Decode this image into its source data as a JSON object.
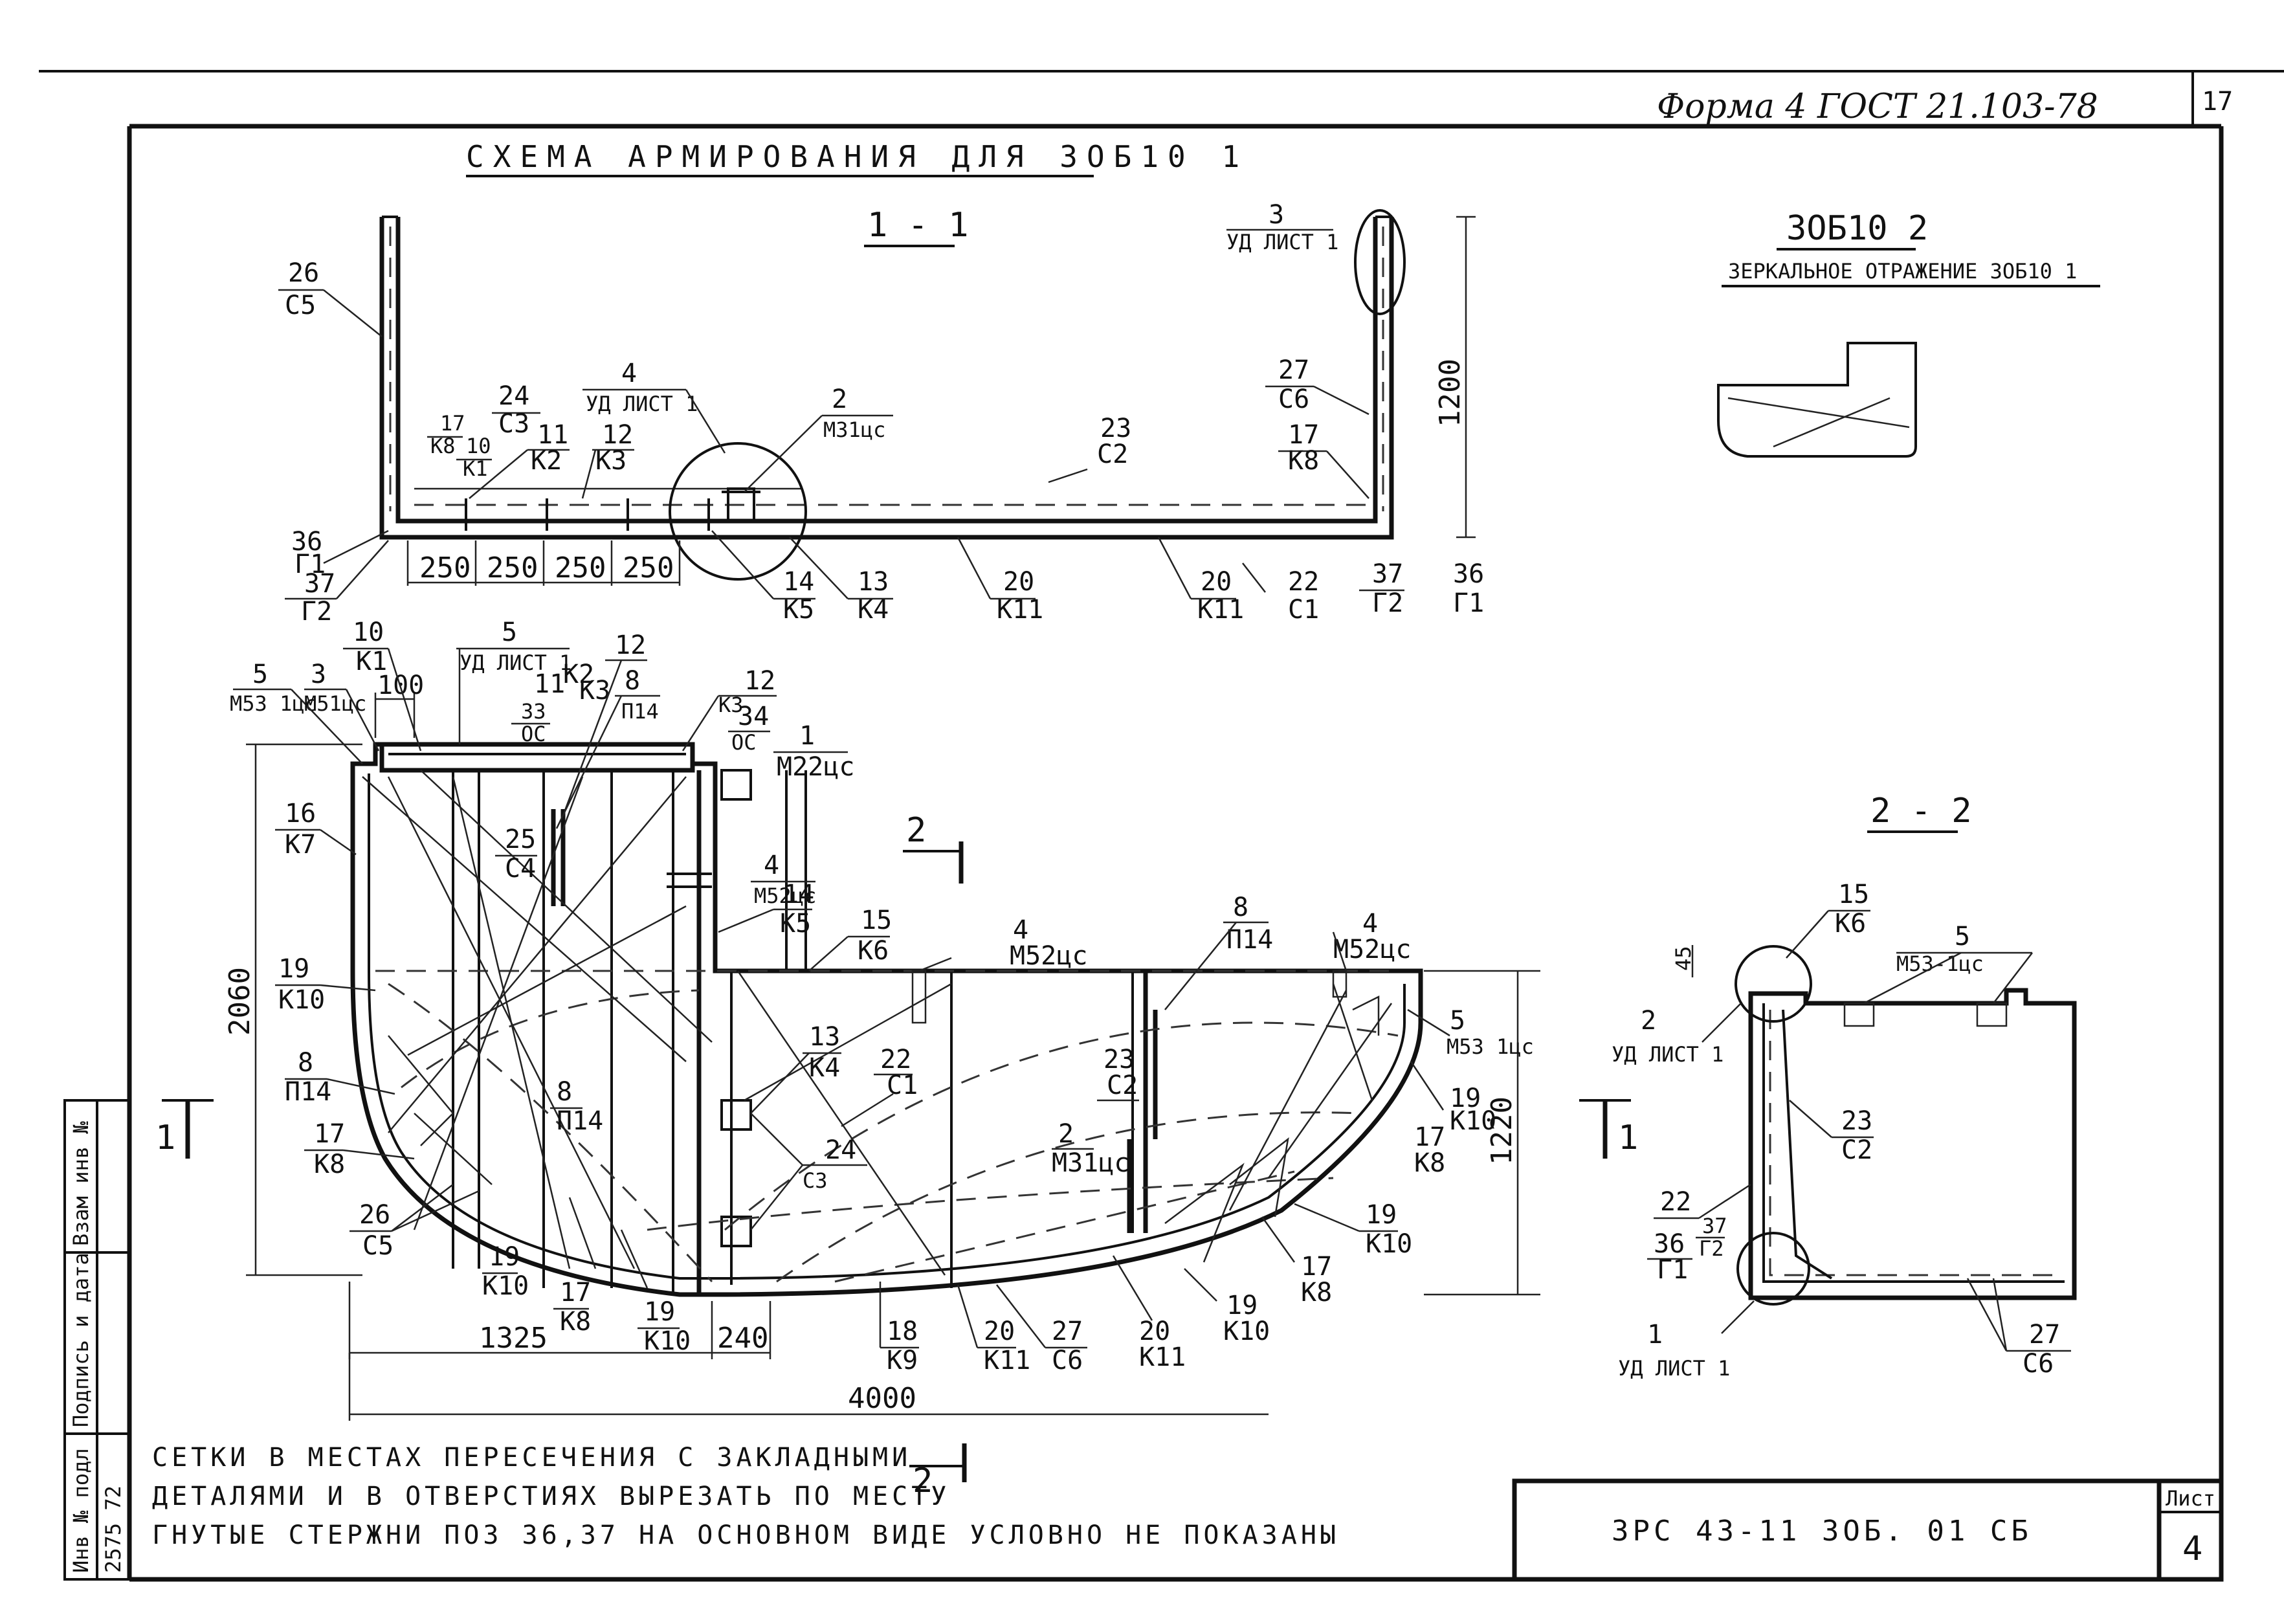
{
  "header": {
    "form_text": "Форма 4 ГОСТ 21.103-78",
    "sheet_corner_number": "17"
  },
  "drawing": {
    "title": "СХЕМА АРМИРОВАНИЯ ДЛЯ ЗОБ10 1",
    "section_1_1": {
      "label": "1 - 1",
      "height_dim": "1200",
      "spacings": [
        "250",
        "250",
        "250",
        "250"
      ],
      "callouts": [
        {
          "n": "26",
          "s": "С5"
        },
        {
          "n": "24",
          "s": "С3"
        },
        {
          "n": "17",
          "s": "К8"
        },
        {
          "n": "10",
          "s": "К1"
        },
        {
          "n": "11",
          "s": "К2"
        },
        {
          "n": "12",
          "s": "К3"
        },
        {
          "n": "4",
          "s": "УД ЛИСТ 1"
        },
        {
          "n": "2",
          "s": "М31цс"
        },
        {
          "n": "23",
          "s": "С2"
        },
        {
          "n": "3",
          "s": "УД ЛИСТ 1"
        },
        {
          "n": "27",
          "s": "С6"
        },
        {
          "n": "17",
          "s": "К8"
        },
        {
          "n": "36",
          "s": "Г1"
        },
        {
          "n": "37",
          "s": "Г2"
        },
        {
          "n": "14",
          "s": "К5"
        },
        {
          "n": "13",
          "s": "К4"
        },
        {
          "n": "20",
          "s": "К11"
        },
        {
          "n": "20",
          "s": "К11"
        },
        {
          "n": "22",
          "s": "С1"
        },
        {
          "n": "37",
          "s": "Г2"
        },
        {
          "n": "36",
          "s": "Г1"
        }
      ]
    },
    "mirror": {
      "title": "ЗОБ10 2",
      "subtitle": "ЗЕРКАЛЬНОЕ ОТРАЖЕНИЕ ЗОБ10 1"
    },
    "plan": {
      "dims": {
        "height_left": "2060",
        "height_right": "1220",
        "top_offset": "100",
        "bottom_1": "1325",
        "bottom_2": "240",
        "total": "4000"
      },
      "section_marks": {
        "mark_2": "2",
        "mark_1": "1"
      },
      "callouts": [
        {
          "n": "5",
          "s": "М53 1цс"
        },
        {
          "n": "3",
          "s": "М51цс"
        },
        {
          "n": "10",
          "s": "К1"
        },
        {
          "n": "5",
          "s": "УД ЛИСТ 1"
        },
        {
          "n": "11",
          "s": "К2"
        },
        {
          "n": "33",
          "s": "ОС"
        },
        {
          "n": "12",
          "s": "К3"
        },
        {
          "n": "8",
          "s": "П14"
        },
        {
          "n": "12",
          "s": "К3"
        },
        {
          "n": "34",
          "s": "ОС"
        },
        {
          "n": "1",
          "s": "М22цс"
        },
        {
          "n": "16",
          "s": "К7"
        },
        {
          "n": "25",
          "s": "С4"
        },
        {
          "n": "4",
          "s": "М52цс"
        },
        {
          "n": "14",
          "s": "К5"
        },
        {
          "n": "15",
          "s": "К6"
        },
        {
          "n": "4",
          "s": "М52цс"
        },
        {
          "n": "8",
          "s": "П14"
        },
        {
          "n": "4",
          "s": "М52цс"
        },
        {
          "n": "19",
          "s": "К10"
        },
        {
          "n": "13",
          "s": "К4"
        },
        {
          "n": "22",
          "s": "С1"
        },
        {
          "n": "23",
          "s": "С2"
        },
        {
          "n": "5",
          "s": "М53 1цс"
        },
        {
          "n": "8",
          "s": "П14"
        },
        {
          "n": "24",
          "s": "С3"
        },
        {
          "n": "2",
          "s": "М31цс"
        },
        {
          "n": "8",
          "s": "П14"
        },
        {
          "n": "19",
          "s": "К10"
        },
        {
          "n": "17",
          "s": "К8"
        },
        {
          "n": "17",
          "s": "К8"
        },
        {
          "n": "26",
          "s": "С5"
        },
        {
          "n": "19",
          "s": "К10"
        },
        {
          "n": "19",
          "s": "К10"
        },
        {
          "n": "17",
          "s": "К8"
        },
        {
          "n": "19",
          "s": "К10"
        },
        {
          "n": "18",
          "s": "К9"
        },
        {
          "n": "20",
          "s": "К11"
        },
        {
          "n": "27",
          "s": "С6"
        },
        {
          "n": "20",
          "s": "К11"
        },
        {
          "n": "19",
          "s": "К10"
        },
        {
          "n": "17",
          "s": "К8"
        }
      ]
    },
    "section_2_2": {
      "label": "2 - 2",
      "dim_45": "45",
      "callouts": [
        {
          "n": "15",
          "s": "К6"
        },
        {
          "n": "5",
          "s": "М53-1цс"
        },
        {
          "n": "2",
          "s": "УД ЛИСТ 1"
        },
        {
          "n": "23",
          "s": "С2"
        },
        {
          "n": "22",
          "s": ""
        },
        {
          "n": "37",
          "s": "Г2"
        },
        {
          "n": "36",
          "s": "Г1"
        },
        {
          "n": "1",
          "s": "УД ЛИСТ 1"
        },
        {
          "n": "27",
          "s": "С6"
        }
      ]
    },
    "notes": [
      "СЕТКИ В МЕСТАХ ПЕРЕСЕЧЕНИЯ С ЗАКЛАДНЫМИ",
      "ДЕТАЛЯМИ И В ОТВЕРСТИЯХ ВЫРЕЗАТЬ ПО МЕСТУ",
      "ГНУТЫЕ СТЕРЖНИ ПОЗ 36,37 НА ОСНОВНОМ ВИДЕ УСЛОВНО НЕ ПОКАЗАНЫ"
    ]
  },
  "side_stamp": {
    "inv_no_podl": "Инв № подл",
    "podpis_data": "Подпись и дата",
    "vzam_inv": "Взам инв №",
    "inv_value": "2575 72"
  },
  "title_block": {
    "code": "ЗРС 43-11 ЗОБ. 01 СБ",
    "sheet_label": "Лист",
    "sheet_number": "4"
  }
}
